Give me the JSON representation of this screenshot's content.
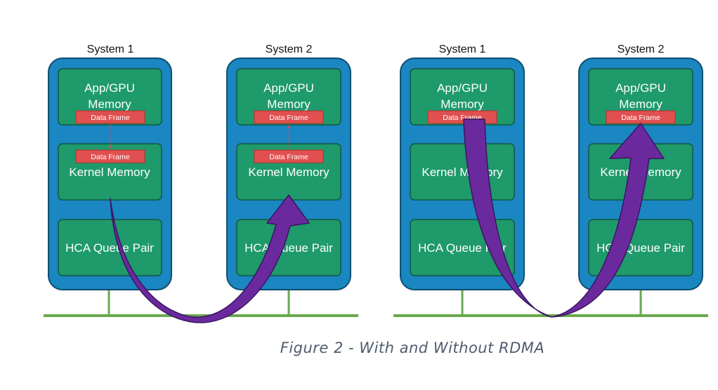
{
  "caption": "Figure 2 - With and Without RDMA",
  "panels": [
    {
      "systems": [
        {
          "title": "System 1",
          "app_line1": "App/GPU",
          "app_line2": "Memory",
          "app_frame": "Data Frame",
          "kernel_frame": "Data Frame",
          "kernel_label": "Kernel Memory",
          "hca_label": "HCA Queue Pair"
        },
        {
          "title": "System 2",
          "app_line1": "App/GPU",
          "app_line2": "Memory",
          "app_frame": "Data Frame",
          "kernel_frame": "Data Frame",
          "kernel_label": "Kernel Memory",
          "hca_label": "HCA Queue Pair"
        }
      ]
    },
    {
      "systems": [
        {
          "title": "System 1",
          "app_line1": "App/GPU",
          "app_line2": "Memory",
          "app_frame": "Data Frame",
          "kernel_label": "Kernel Memory",
          "hca_label": "HCA Queue Pair"
        },
        {
          "title": "System 2",
          "app_line1": "App/GPU",
          "app_line2": "Memory",
          "app_frame": "Data Frame",
          "kernel_label": "Kernel Memory",
          "hca_label": "HCA Queue Pair"
        }
      ]
    }
  ],
  "colors": {
    "outer_box": "#1a86c2",
    "outer_border": "#0f4f70",
    "inner_box": "#1f9a6b",
    "inner_border": "#12573f",
    "data_frame": "#e05050",
    "network_line": "#6aa84f",
    "arrow_fill": "#6a2a9e",
    "arrow_stroke": "#3a1460"
  }
}
